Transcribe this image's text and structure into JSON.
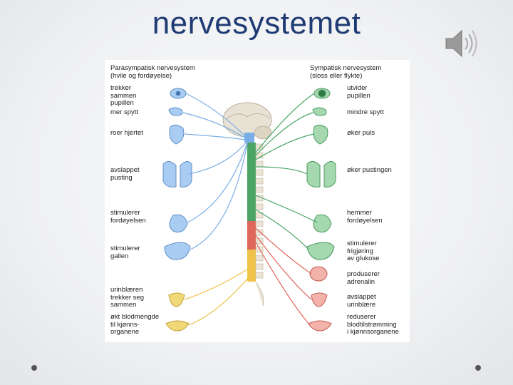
{
  "slide": {
    "title": "nervesystemet",
    "speaker_icon": "speaker-audio-icon"
  },
  "diagram": {
    "left_header": "Parasympatisk nervesystem\n(hvile og fordøyelse)",
    "right_header": "Sympatisk nervesystem\n(sloss eller flykte)",
    "left_labels": [
      "trekker\nsammen\npupillen",
      "mer spytt",
      "roer hjertet",
      "avslappet\npusting",
      "stimulerer\nfordøyelsen",
      "stimulerer\ngallen",
      "urinblæren\ntrekker seg\nsammen",
      "økt blodmengde\ntil kjønns-\norganene"
    ],
    "right_labels": [
      "utvider\npupillen",
      "mindre spytt",
      "øker puls",
      "øker pustingen",
      "hemmer\nfordøyelsen",
      "stimulerer\nfrigjøring\nav glukose",
      "produserer\nadrenalin",
      "avslappet\nurinblære",
      "reduserer\nblodtilstrømming\ni kjønnsorganene"
    ],
    "colors": {
      "parasympathetic": "#7aaee6",
      "sympathetic": "#4aa564",
      "adrenal": "#e0655a",
      "sacral": "#f0c24a",
      "title": "#1f3b73"
    }
  }
}
